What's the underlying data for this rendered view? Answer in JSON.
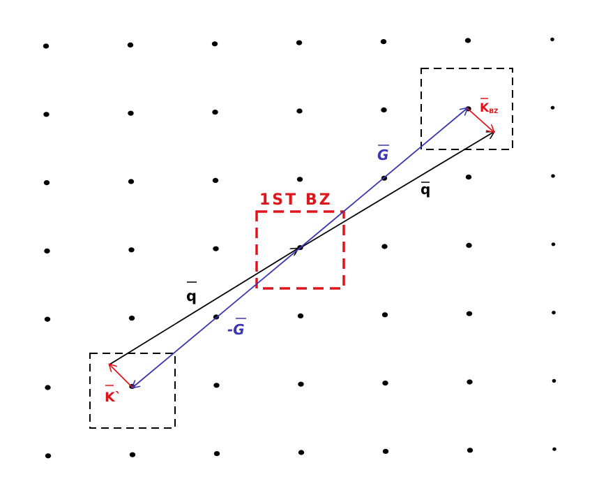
{
  "labels": {
    "brillouin_zone": "1ST BZ",
    "G": "G",
    "q_upper": "q",
    "q_lower": "q",
    "minus_G": "-G",
    "k_bz": "K",
    "k_bz_subscript": "BZ",
    "k_prime": "K`"
  },
  "colors": {
    "lattice_point": "#000000",
    "q_vector": "#000000",
    "G_vector": "#3b35b0",
    "k_vector": "#e0141b",
    "first_bz_box": "#e0141b",
    "side_box": "#000000"
  },
  "lattice": {
    "rows": 7,
    "cols": 7
  }
}
